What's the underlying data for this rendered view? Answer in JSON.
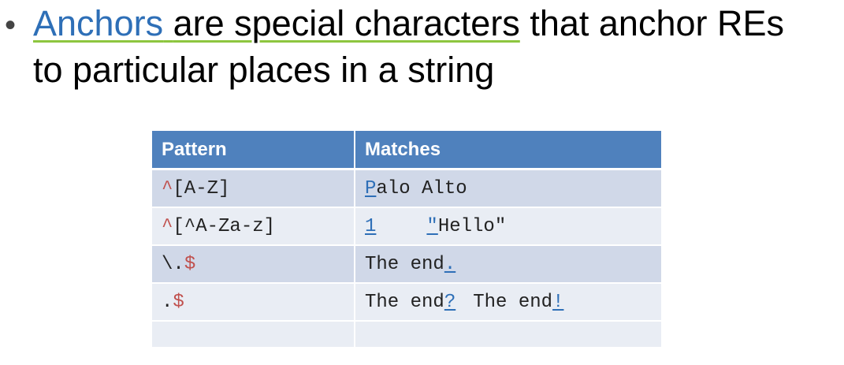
{
  "slide": {
    "bullet_glyph": "•",
    "line1": {
      "term": "Anchors",
      "phrase": "are special characters",
      "rest": "that anchor REs"
    },
    "line2": "to particular places in a string"
  },
  "table": {
    "headers": [
      "Pattern",
      "Matches"
    ],
    "rows": [
      {
        "pattern_anchor": "^",
        "pattern_rest": "[A-Z]",
        "match_hl": "P",
        "match_rest": "alo Alto"
      },
      {
        "pattern_anchor": "^",
        "pattern_rest": "[^A-Za-z]",
        "match_hl1": "1",
        "match_hl2": "\"",
        "match_rest": "Hello\""
      },
      {
        "pattern_pre": "\\.",
        "pattern_anchor": "$",
        "match_pre": "The end",
        "match_hl": "."
      },
      {
        "pattern_pre": ".",
        "pattern_anchor": "$",
        "match_pre1": "The end",
        "match_hl1": "?",
        "match_pre2": "The end",
        "match_hl2": "!"
      }
    ]
  },
  "colors": {
    "header_bg": "#4f81bd",
    "row_odd": "#d0d8e8",
    "row_even": "#e9edf4",
    "anchor_red": "#c0504d",
    "match_blue": "#2e6fb7",
    "underline_green": "#8dc63f"
  }
}
